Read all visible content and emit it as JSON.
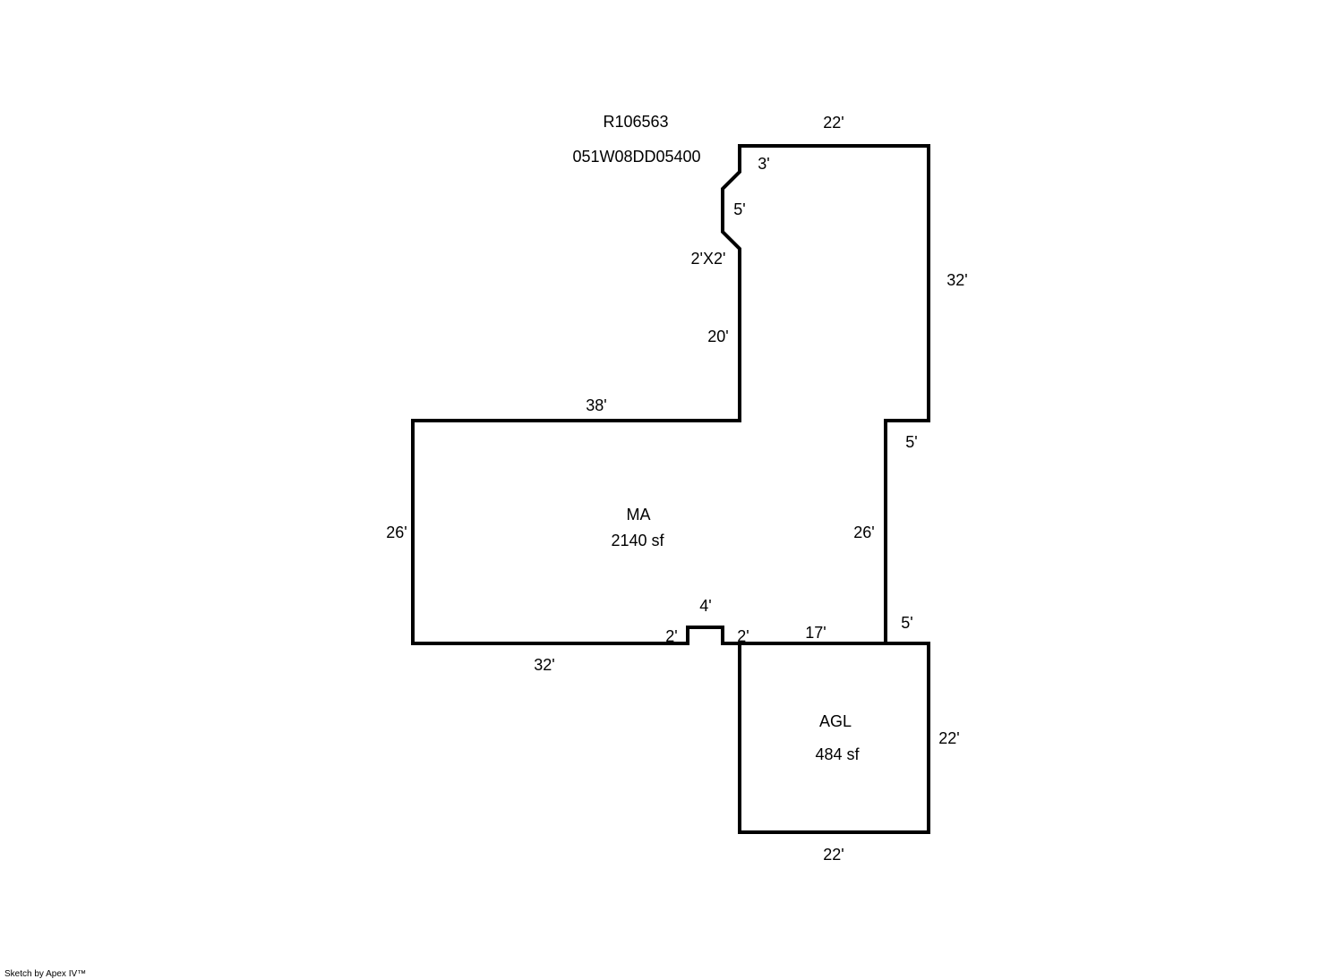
{
  "header": {
    "parcel_id": "R106563",
    "map_number": "051W08DD05400"
  },
  "areas": [
    {
      "code": "MA",
      "area": "2140 sf"
    },
    {
      "code": "AGL",
      "area": "484 sf"
    }
  ],
  "dimensions": {
    "ma_top_right": "22'",
    "ma_notch_top": "3'",
    "ma_notch_mid": "5'",
    "ma_notch_bay": "2'X2'",
    "ma_right_upper": "32'",
    "ma_inner_vertical": "20'",
    "ma_top_left": "38'",
    "ma_right_step": "5'",
    "ma_left": "26'",
    "ma_right_lower": "26'",
    "ma_bump_width": "4'",
    "ma_bump_left": "2'",
    "ma_bump_right": "2'",
    "ma_bottom_right": "17'",
    "ma_bottom_step": "5'",
    "ma_bottom_left": "32'",
    "agl_right": "22'",
    "agl_bottom": "22'"
  },
  "footer": {
    "credit": "Sketch by Apex IV™"
  }
}
